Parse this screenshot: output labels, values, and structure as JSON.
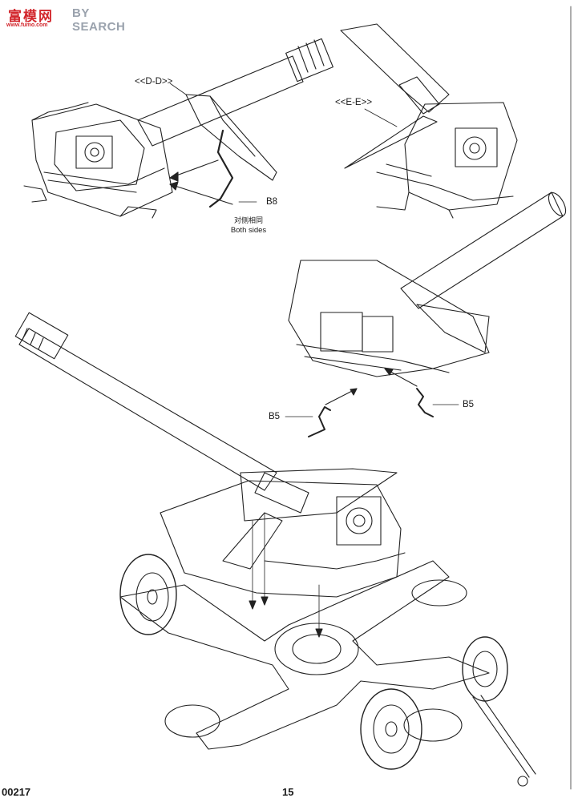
{
  "watermark": {
    "logo_cn": "富模网",
    "logo_url": "www.fumo.com",
    "search": "BY SEARCH"
  },
  "callouts": {
    "view_d": "<<D-D>>",
    "view_e": "<<E-E>>",
    "part_b8": "B8",
    "both_sides_cn": "对侧相同",
    "both_sides_en": "Both sides",
    "part_b5_left": "B5",
    "part_b5_right": "B5"
  },
  "footer": {
    "kit_number": "00217",
    "page_number": "15"
  }
}
